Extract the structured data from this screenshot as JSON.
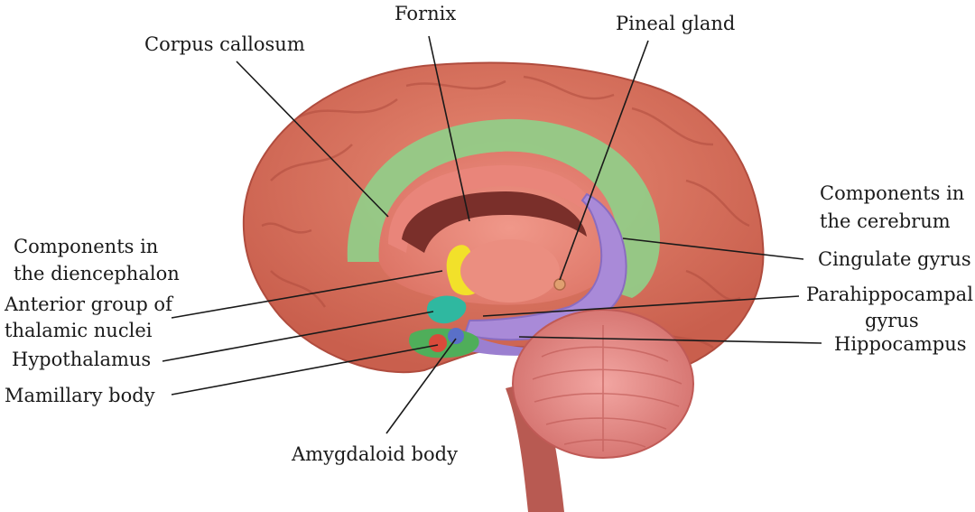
{
  "labels": {
    "fornix": "Fornix",
    "corpus_callosum": "Corpus callosum",
    "pineal_gland": "Pineal gland",
    "cerebrum_heading_1": "Components in",
    "cerebrum_heading_2": "the cerebrum",
    "cingulate_gyrus": "Cingulate gyrus",
    "parahippocampal_1": "Parahippocampal",
    "parahippocampal_2": "gyrus",
    "hippocampus": "Hippocampus",
    "diencephalon_heading_1": "Components in",
    "diencephalon_heading_2": "the diencephalon",
    "anterior_1": "Anterior group of",
    "anterior_2": "thalamic nuclei",
    "hypothalamus": "Hypothalamus",
    "mamillary_body": "Mamillary body",
    "amygdaloid_body": "Amygdaloid body"
  },
  "colors": {
    "cerebrum": "#d9735f",
    "cerebrum_gyri": "#c4584a",
    "cingulate": "#8fd08a",
    "limbic_purple": "#a98ad8",
    "cerebellum": "#d97a78",
    "brainstem": "#b95a52",
    "thalamus_nuclei": "#f2e12a",
    "hypothalamus": "#2fb8a0",
    "amygdala": "#5a70c8",
    "mamillary": "#d94a3a",
    "fornix": "#7a2f2a"
  }
}
